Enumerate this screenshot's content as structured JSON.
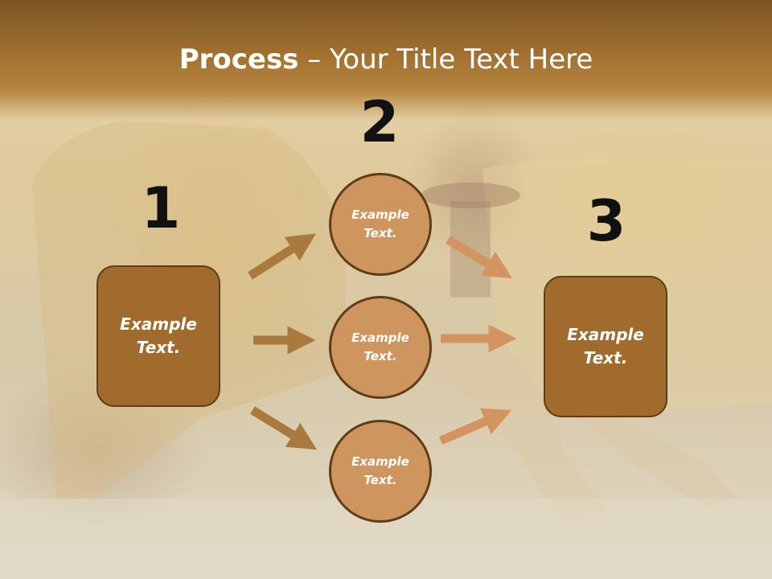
{
  "title": {
    "bold": "Process",
    "rest": " – Your Title Text Here"
  },
  "steps": {
    "one": "1",
    "two": "2",
    "three": "3"
  },
  "left_box": {
    "text": "Example\nText."
  },
  "right_box": {
    "text": "Example\nText."
  },
  "circles": [
    {
      "text": "Example\nText."
    },
    {
      "text": "Example\nText."
    },
    {
      "text": "Example\nText."
    }
  ],
  "colors": {
    "header": "#a2702f",
    "box": "#a06b2c",
    "circle": "#cf955f",
    "arrow_dark": "#a87a3e",
    "arrow_light": "#d49462",
    "outline": "#5e3d17"
  }
}
